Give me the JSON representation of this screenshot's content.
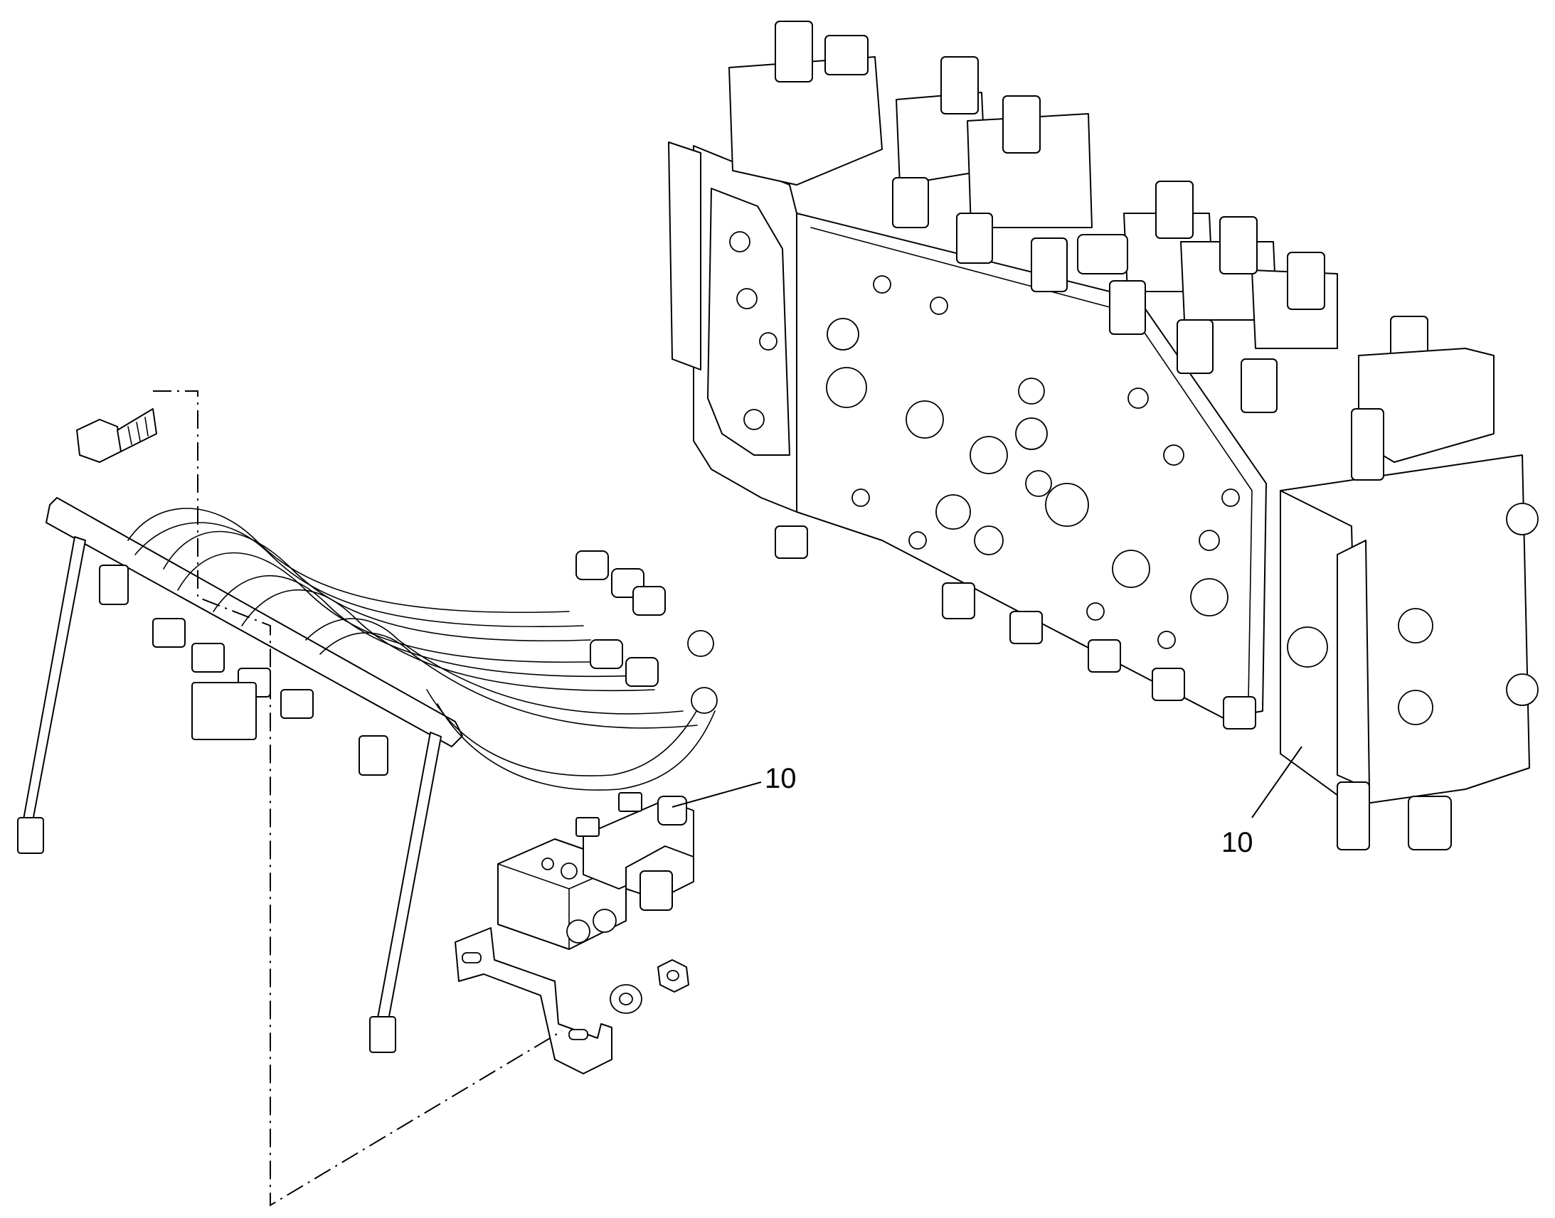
{
  "diagram": {
    "background": "#ffffff",
    "line_color": "#000000",
    "callouts": [
      {
        "id": "callout-solenoid-valve",
        "label": "10"
      },
      {
        "id": "callout-control-valve",
        "label": "10"
      }
    ]
  }
}
